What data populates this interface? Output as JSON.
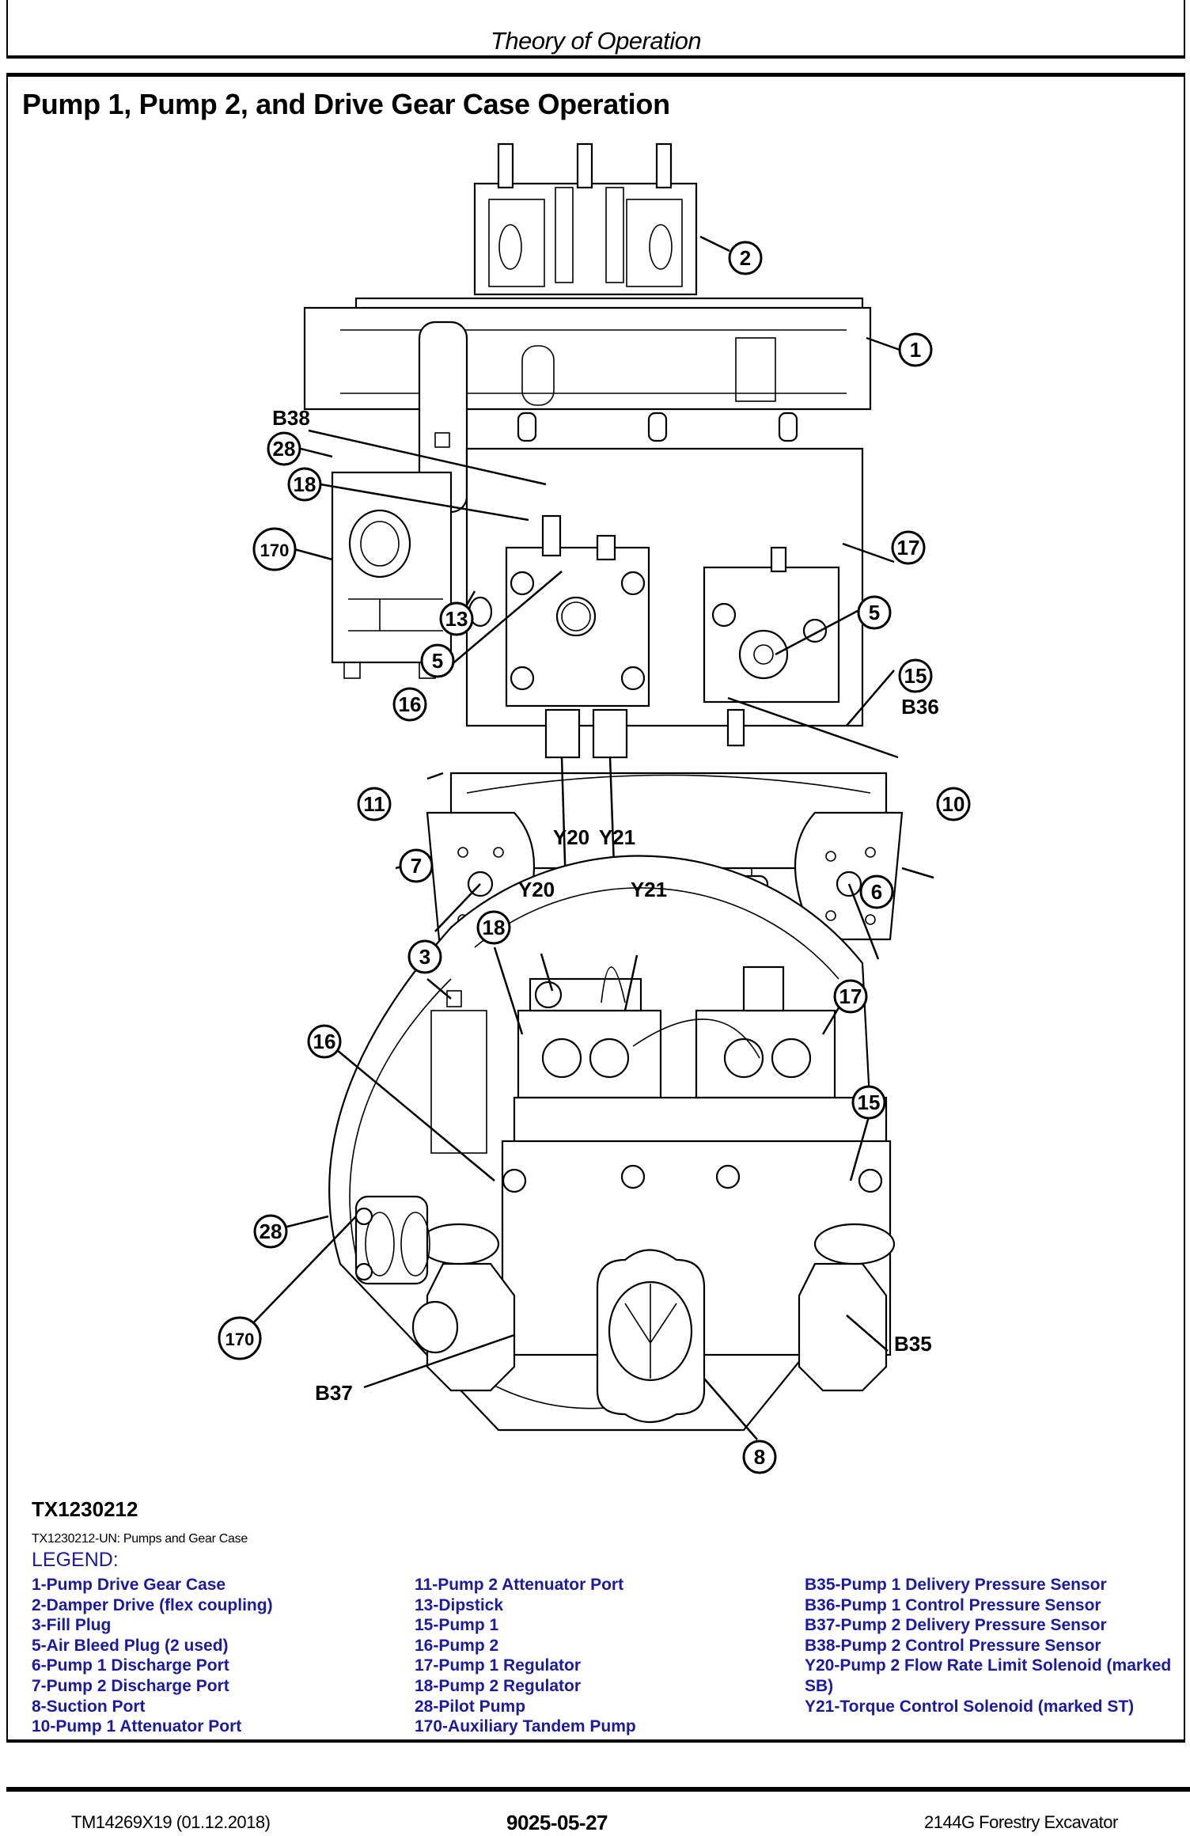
{
  "header": {
    "section_title": "Theory of Operation"
  },
  "page": {
    "title": "Pump 1, Pump 2, and Drive Gear Case Operation"
  },
  "figure": {
    "id": "TX1230212",
    "caption": "TX1230212-UN: Pumps and Gear Case",
    "top_view_callouts": [
      "2",
      "1",
      "B38",
      "28",
      "18",
      "170",
      "13",
      "5",
      "17",
      "5",
      "15",
      "B36",
      "16",
      "11",
      "10",
      "7",
      "Y20",
      "Y21",
      "6"
    ],
    "bottom_view_callouts": [
      "Y20",
      "Y21",
      "18",
      "3",
      "17",
      "16",
      "15",
      "28",
      "170",
      "B35",
      "B37",
      "8"
    ]
  },
  "legend": {
    "heading": "LEGEND:",
    "column1": [
      "1-Pump Drive Gear Case",
      "2-Damper Drive (flex coupling)",
      "3-Fill Plug",
      "5-Air Bleed Plug (2 used)",
      "6-Pump 1 Discharge Port",
      "7-Pump 2 Discharge Port",
      "8-Suction Port",
      "10-Pump 1 Attenuator Port"
    ],
    "column2": [
      "11-Pump 2 Attenuator Port",
      "13-Dipstick",
      "15-Pump 1",
      "16-Pump 2",
      "17-Pump 1 Regulator",
      "18-Pump 2 Regulator",
      "28-Pilot Pump",
      "170-Auxiliary Tandem Pump"
    ],
    "column3": [
      "B35-Pump 1 Delivery Pressure Sensor",
      "B36-Pump 1 Control Pressure Sensor",
      "B37-Pump 2 Delivery Pressure Sensor",
      "B38-Pump 2 Control Pressure Sensor",
      "Y20-Pump 2 Flow Rate Limit Solenoid (marked SB)",
      "Y21-Torque Control Solenoid (marked ST)"
    ]
  },
  "footer": {
    "manual_id": "TM14269X19 (01.12.2018)",
    "page_number": "9025-05-27",
    "machine": "2144G Forestry Excavator"
  },
  "colors": {
    "legend_text": "#1a1aa6",
    "line_art": "#000000",
    "background": "#ffffff"
  }
}
